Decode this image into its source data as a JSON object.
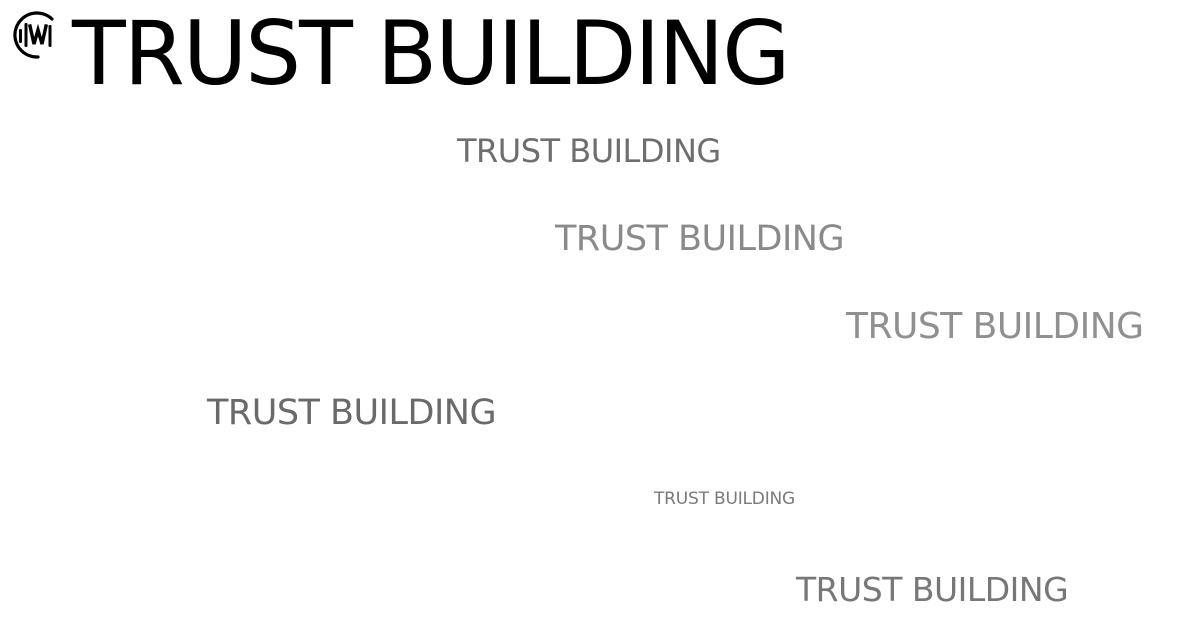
{
  "logo": {
    "icon": "soundwave-circle-logo-icon",
    "color": "#000000"
  },
  "headline": {
    "text": "TRUST BUILDING",
    "color": "#000000"
  },
  "echoes": [
    {
      "text": "TRUST BUILDING",
      "color": "#6e6e6e"
    },
    {
      "text": "TRUST BUILDING",
      "color": "#8a8a8a"
    },
    {
      "text": "TRUST BUILDING",
      "color": "#909090"
    },
    {
      "text": "TRUST BUILDING",
      "color": "#6a6a6a"
    },
    {
      "text": "TRUST BUILDING",
      "color": "#7a7a7a"
    },
    {
      "text": "TRUST BUILDING",
      "color": "#777777"
    }
  ]
}
